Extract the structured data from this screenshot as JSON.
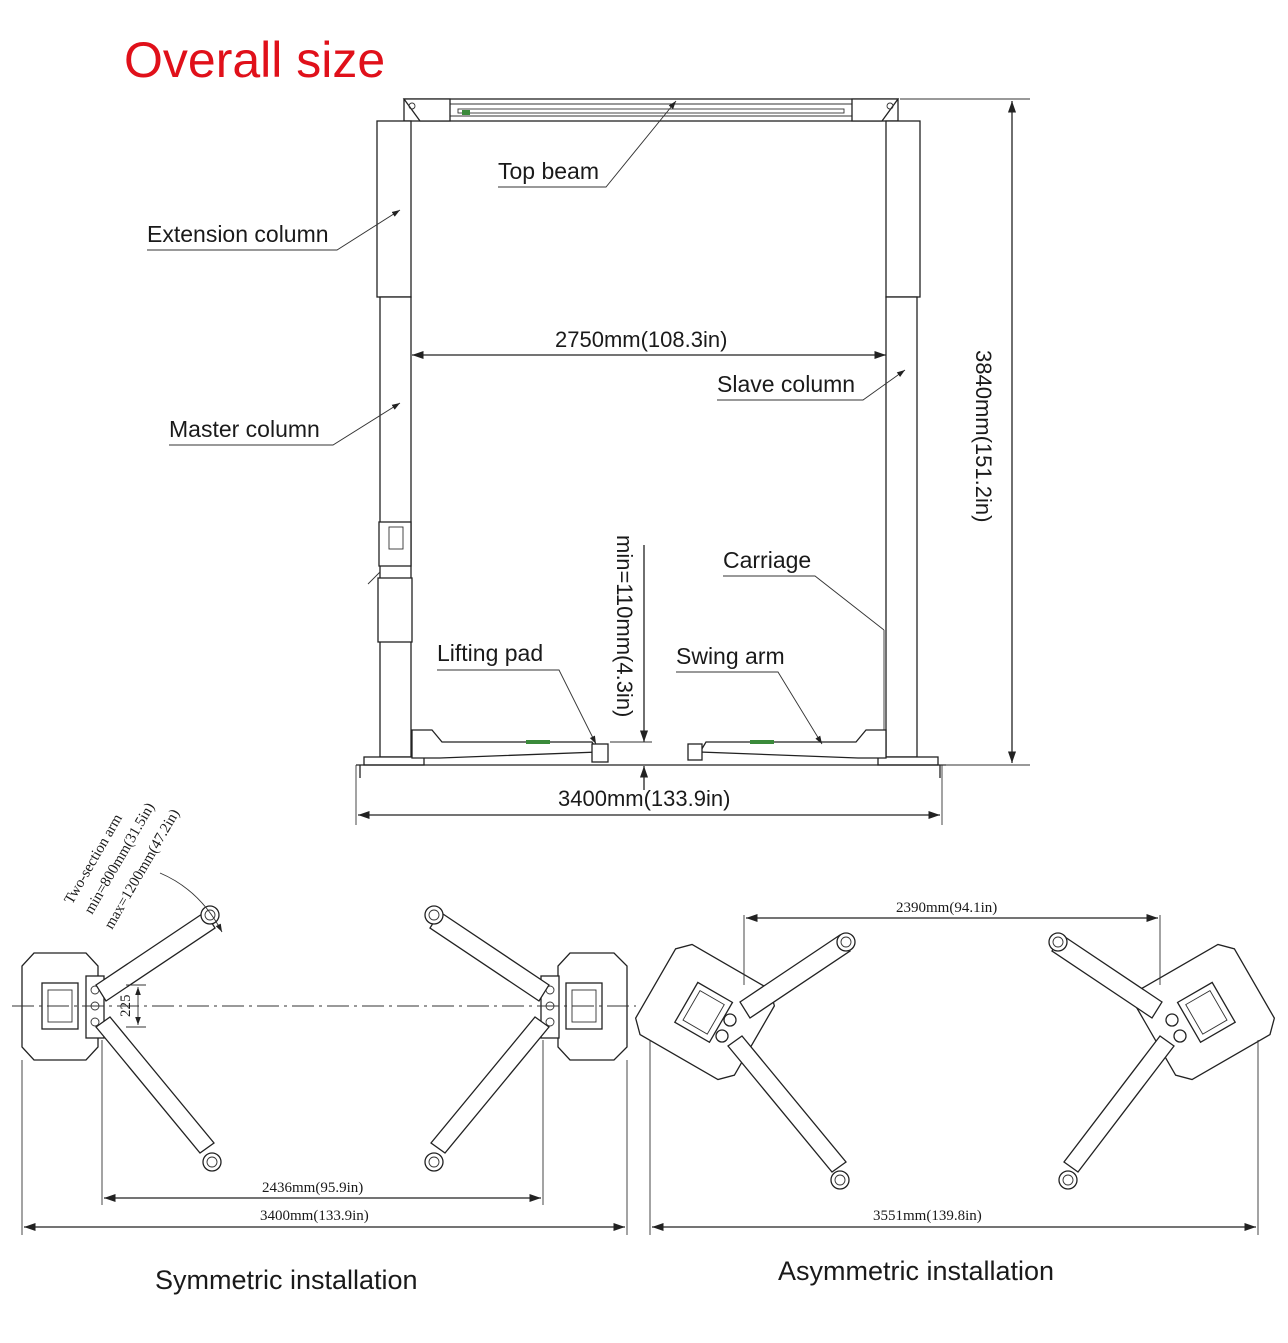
{
  "title": "Overall size",
  "colors": {
    "title": "#e0101a",
    "line": "#222222",
    "background": "#ffffff"
  },
  "labels": {
    "top_beam": "Top beam",
    "extension_column": "Extension column",
    "master_column": "Master  column",
    "slave_column": "Slave  column",
    "carriage": "Carriage",
    "lifting_pad": "Lifting pad",
    "swing_arm": "Swing arm"
  },
  "dimensions": {
    "column_spacing": "2750mm(108.3in)",
    "overall_height": "3840mm(151.2in)",
    "overall_width": "3400mm(133.9in)",
    "min_pad_height": "min=110mm(4.3in)"
  },
  "symmetric": {
    "caption": "Symmetric installation",
    "arm_note": [
      "Two-section arm",
      "min=800mm(31.5in)",
      "max=1200mm(47.2in)"
    ],
    "offset": "225",
    "inner_width": "2436mm(95.9in)",
    "outer_width": "3400mm(133.9in)"
  },
  "asymmetric": {
    "caption": "Asymmetric installation",
    "inner_width": "2390mm(94.1in)",
    "outer_width": "3551mm(139.8in)"
  }
}
